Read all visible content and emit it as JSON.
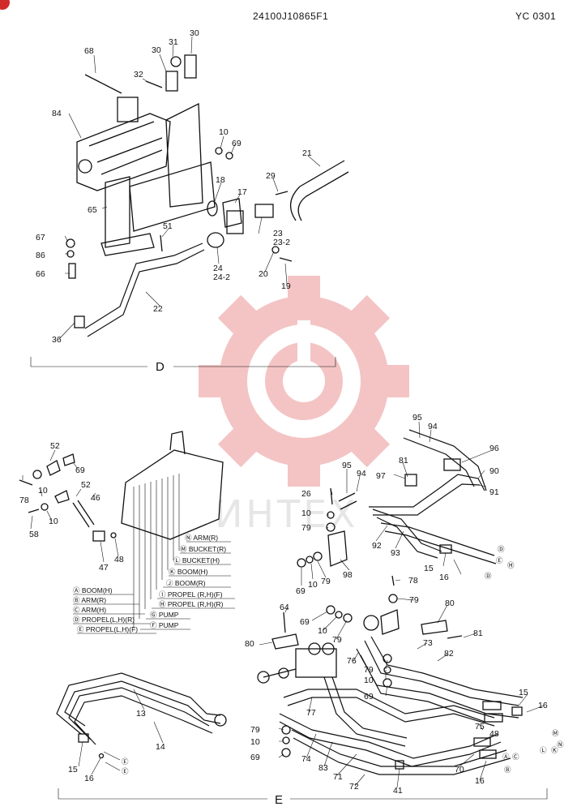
{
  "header": {
    "drawing_number": "24100J10865F1",
    "page_code": "YC 0301"
  },
  "sections": {
    "upper": "D",
    "lower": "E"
  },
  "watermark": {
    "text": "ИНТЕХ",
    "gear_color": "#f4c4c4",
    "text_color": "#e6e6e6"
  },
  "upper_labels": {
    "l30a": "30",
    "l30b": "30",
    "l31": "31",
    "l32": "32",
    "l68": "68",
    "l84": "84",
    "l10": "10",
    "l69": "69",
    "l21": "21",
    "l18": "18",
    "l17": "17",
    "l29": "29",
    "l23": "23",
    "l23_2": "23-2",
    "l65": "65",
    "l51": "51",
    "l67": "67",
    "l86": "86",
    "l66": "66",
    "l24": "24",
    "l24_2": "24-2",
    "l20": "20",
    "l19": "19",
    "l22": "22",
    "l36": "36"
  },
  "lower_left_labels": {
    "l52a": "52",
    "l69": "69",
    "l78": "78",
    "l10a": "10",
    "l52b": "52",
    "l46": "46",
    "l58": "58",
    "l10b": "10",
    "l47": "47",
    "l48": "48",
    "l13": "13",
    "l14": "14",
    "l15": "15",
    "l16": "16",
    "pE": "Ⓔ",
    "pE2": "Ⓔ"
  },
  "ports": [
    "Ⓝ ARM(R)",
    "Ⓜ BUCKET(R)",
    "Ⓛ BUCKET(H)",
    "Ⓚ BOOM(H)",
    "Ⓙ BOOM(R)",
    "Ⓘ PROPEL (R,H)(F)",
    "Ⓗ PROPEL (R,H)(R)",
    "Ⓖ PUMP",
    "Ⓕ PUMP",
    "Ⓐ BOOM(H)",
    "Ⓑ ARM(R)",
    "Ⓒ ARM(H)",
    "Ⓓ PROPEL(L,H)(R)",
    "Ⓔ PROPEL(L,H)(F)"
  ],
  "lower_right_labels": {
    "l95a": "95",
    "l94a": "94",
    "l96": "96",
    "l81a": "81",
    "l97": "97",
    "l90": "90",
    "l91": "91",
    "l95b": "95",
    "l94b": "94",
    "l26": "26",
    "l10a": "10",
    "l79a": "79",
    "l92": "92",
    "l93": "93",
    "l15a": "15",
    "l16a": "16",
    "l69a": "69",
    "l10b": "10",
    "l79b": "79",
    "l98": "98",
    "l78": "78",
    "l79c": "79",
    "l64": "64",
    "l69b": "69",
    "l10c": "10",
    "l79d": "79",
    "l80a": "80",
    "l81b": "81",
    "l80b": "80",
    "l76": "76",
    "l73": "73",
    "l82": "82",
    "l79e": "79",
    "l10d": "10",
    "l69c": "69",
    "l77": "77",
    "l15b": "15",
    "l16b": "16",
    "l75": "75",
    "l48": "48",
    "l79f": "79",
    "l10e": "10",
    "l69d": "69",
    "l74": "74",
    "l83": "83",
    "l71": "71",
    "l72": "72",
    "l41": "41",
    "l70": "70",
    "l16c": "16",
    "pD": "Ⓓ",
    "pE": "Ⓔ",
    "pH": "Ⓗ",
    "pD2": "Ⓓ",
    "pM": "Ⓜ",
    "pN": "Ⓝ",
    "pL": "Ⓛ",
    "pK": "Ⓚ",
    "pA": "Ⓐ",
    "pC": "Ⓒ",
    "pB": "Ⓑ"
  }
}
